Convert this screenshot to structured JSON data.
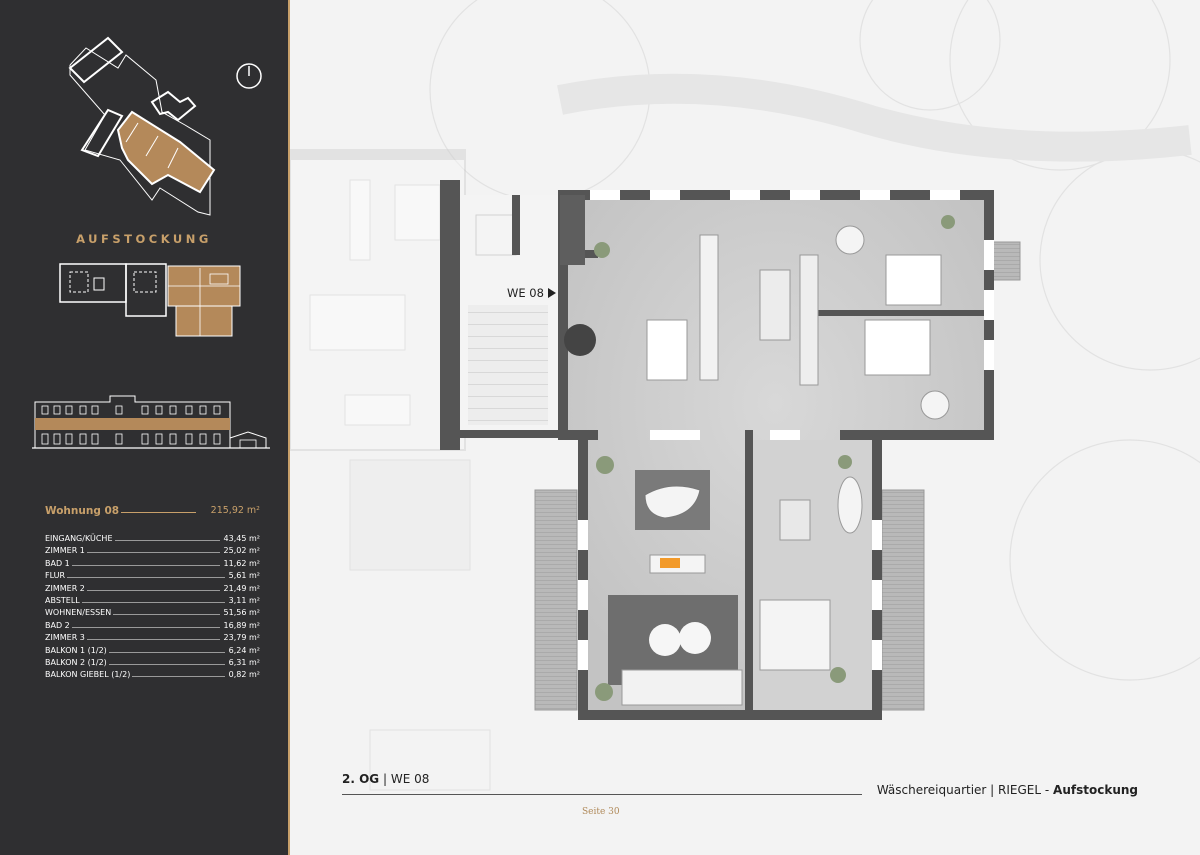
{
  "sidebar": {
    "section_label": "AUFSTOCKUNG",
    "accent_color": "#c8a06a",
    "icons": {
      "site": "site-plan-icon",
      "north": "north-arrow-icon",
      "floor": "floor-plan-key-icon",
      "elevation": "elevation-icon"
    },
    "unit": {
      "title": "Wohnung 08",
      "area": "215,92 m²"
    },
    "rooms": [
      {
        "name": "EINGANG/KÜCHE",
        "area": "43,45 m²"
      },
      {
        "name": "ZIMMER 1",
        "area": "25,02 m²"
      },
      {
        "name": "BAD 1",
        "area": "11,62 m²"
      },
      {
        "name": "FLUR",
        "area": "5,61 m²"
      },
      {
        "name": "ZIMMER 2",
        "area": "21,49 m²"
      },
      {
        "name": "ABSTELL",
        "area": "3,11 m²"
      },
      {
        "name": "WOHNEN/ESSEN",
        "area": "51,56 m²"
      },
      {
        "name": "BAD 2",
        "area": "16,89 m²"
      },
      {
        "name": "ZIMMER 3",
        "area": "23,79 m²"
      },
      {
        "name": "BALKON 1 (1/2)",
        "area": "6,24 m²"
      },
      {
        "name": "BALKON 2 (1/2)",
        "area": "6,31 m²"
      },
      {
        "name": "BALKON GIEBEL (1/2)",
        "area": "0,82 m²"
      }
    ]
  },
  "plan": {
    "unit_label": "WE 08",
    "marker_icon": "arrow-right-icon"
  },
  "footer": {
    "floor": "2. OG",
    "separator": "|",
    "unit": "WE 08",
    "project": "Wäschereiquartier | RIEGEL -",
    "project_bold": "Aufstockung",
    "page": "Seite 30"
  }
}
